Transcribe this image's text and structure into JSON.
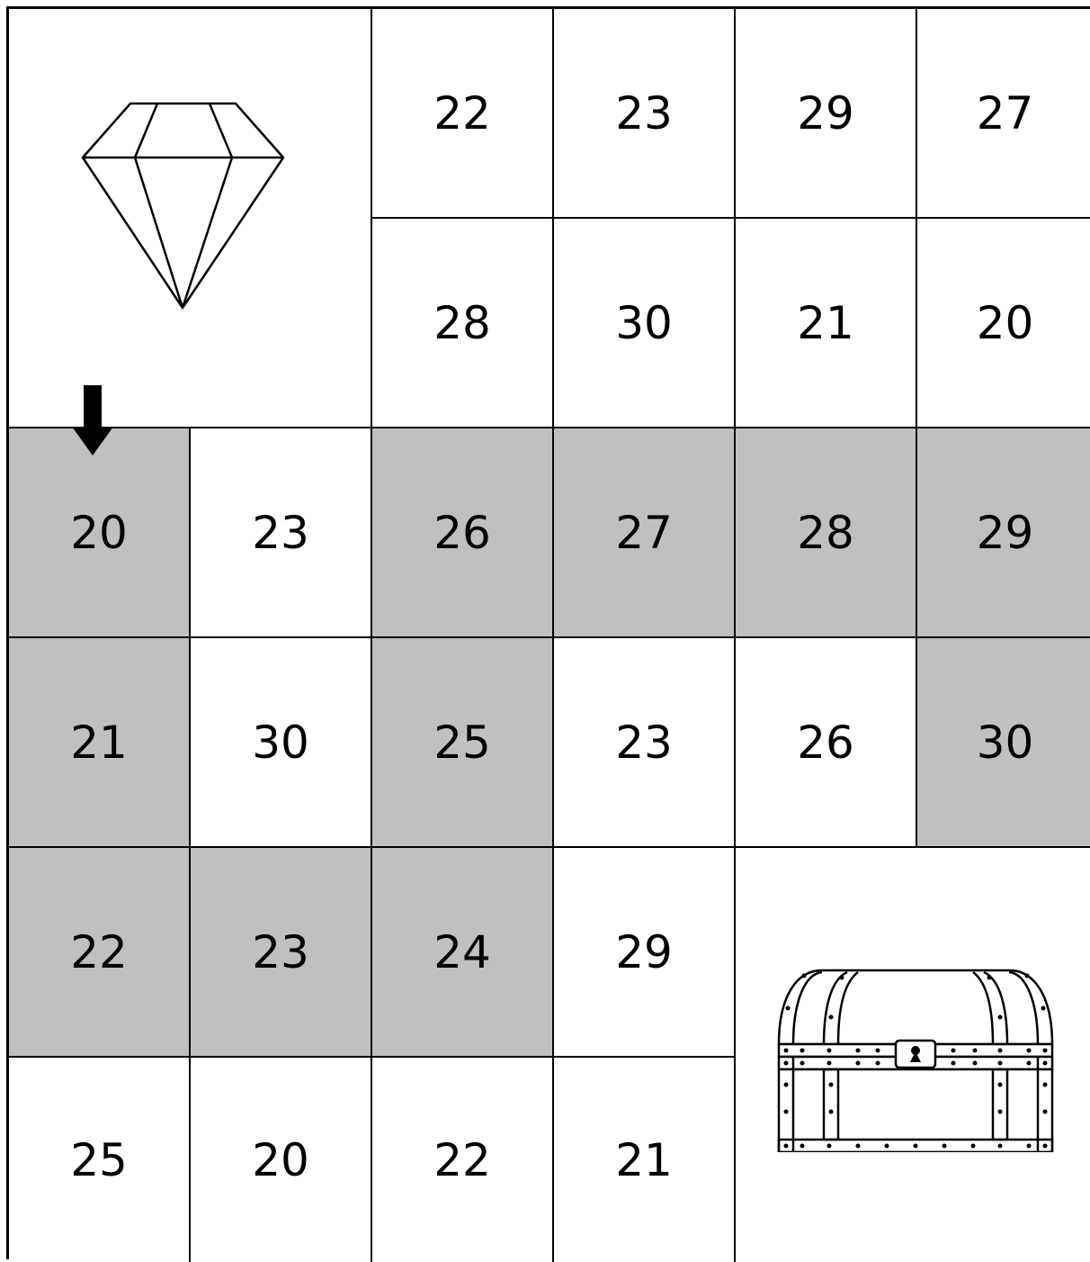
{
  "board": {
    "start_marker_icon": "arrow-down-icon",
    "goal_icon": "diamond-icon",
    "treasure_icon": "treasure-chest-icon",
    "colors": {
      "path": "#c0c0c0",
      "cell": "#ffffff",
      "grid": "#000000"
    },
    "rows": [
      [
        null,
        null,
        "22",
        "23",
        "29",
        "27"
      ],
      [
        null,
        null,
        "28",
        "30",
        "21",
        "20"
      ],
      [
        "20",
        "23",
        "26",
        "27",
        "28",
        "29"
      ],
      [
        "21",
        "30",
        "25",
        "23",
        "26",
        "30"
      ],
      [
        "22",
        "23",
        "24",
        "29",
        null,
        null
      ],
      [
        "25",
        "20",
        "22",
        "21",
        null,
        null
      ]
    ],
    "shaded": [
      [
        false,
        false,
        false,
        false,
        false,
        false
      ],
      [
        false,
        false,
        false,
        false,
        false,
        false
      ],
      [
        true,
        false,
        true,
        true,
        true,
        true
      ],
      [
        true,
        false,
        true,
        false,
        false,
        true
      ],
      [
        true,
        true,
        true,
        false,
        false,
        false
      ],
      [
        false,
        false,
        false,
        false,
        false,
        false
      ]
    ]
  }
}
